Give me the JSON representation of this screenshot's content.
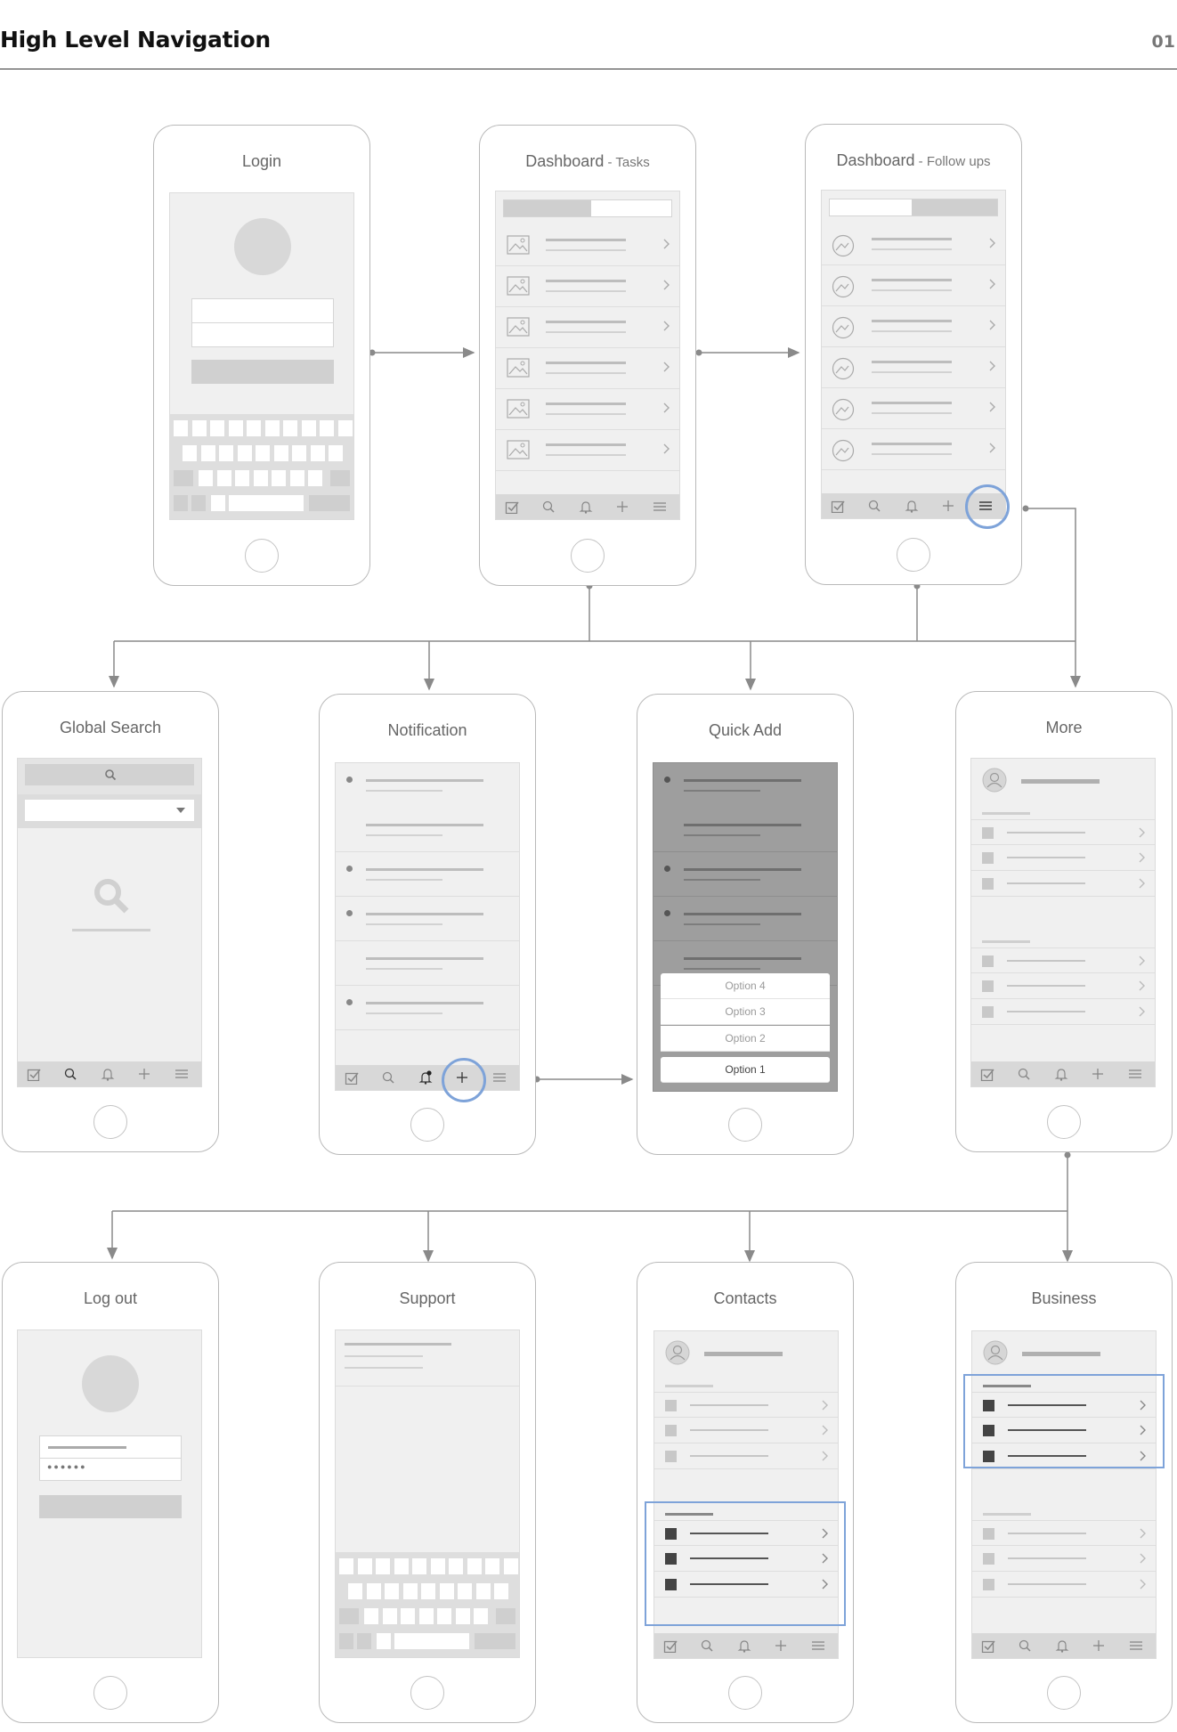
{
  "header": {
    "title": "High Level Navigation",
    "page_number": "01"
  },
  "colors": {
    "highlight": "#7ea3d9",
    "line": "#8a8a8a",
    "placeholder": "#d8d8d8",
    "screen_bg": "#f0f0f0",
    "overlay": "#9e9e9e"
  },
  "screens": {
    "login": {
      "title": "Login"
    },
    "dashboard_tasks": {
      "title": "Dashboard",
      "subtitle": " - Tasks"
    },
    "dashboard_followups": {
      "title": "Dashboard",
      "subtitle": " - Follow ups"
    },
    "global_search": {
      "title": "Global Search"
    },
    "notification": {
      "title": "Notification"
    },
    "quick_add": {
      "title": "Quick Add",
      "options": [
        "Option 4",
        "Option 3",
        "Option 2",
        "Option 1"
      ]
    },
    "more": {
      "title": "More"
    },
    "logout": {
      "title": "Log out",
      "password_mask": "●●●●●●"
    },
    "support": {
      "title": "Support"
    },
    "contacts": {
      "title": "Contacts"
    },
    "business": {
      "title": "Business"
    }
  },
  "icons": {
    "list_thumbnail": "image-placeholder-icon",
    "followup_thumbnail": "chart-circle-icon",
    "tabs": [
      "checkbox-icon",
      "search-icon",
      "bell-icon",
      "plus-icon",
      "menu-icon"
    ],
    "search": "search-icon",
    "avatar": "user-icon",
    "chevron": "chevron-right-icon"
  }
}
